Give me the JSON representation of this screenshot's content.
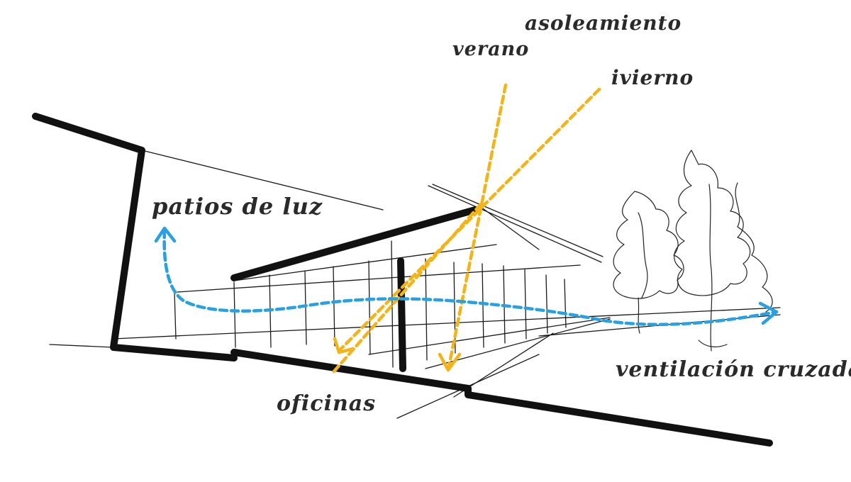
{
  "labels": {
    "asoleamiento": "asoleamiento",
    "verano": "verano",
    "invierno": "ivierno",
    "patios": "patios de luz",
    "ventilacion": "ventilación cruzada",
    "oficinas": "oficinas"
  },
  "colors": {
    "ink": "#111111",
    "sun": "#f2b418",
    "air": "#2aa0e0"
  }
}
